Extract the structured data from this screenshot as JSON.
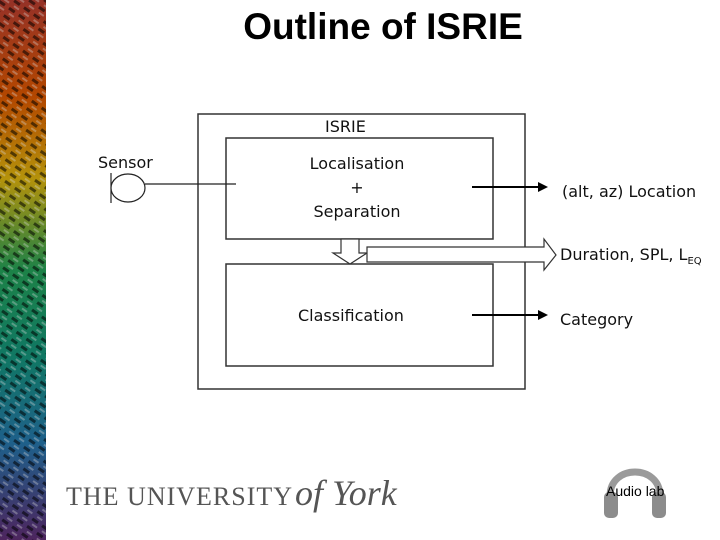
{
  "slide": {
    "title": "Outline of ISRIE"
  },
  "diagram": {
    "outer_label": "ISRIE",
    "sensor_label": "Sensor",
    "box1_line1": "Localisation",
    "box1_line2": "+",
    "box1_line3": "Separation",
    "box2_label": "Classification",
    "output1_label": "(alt, az) Location",
    "output2_label": "Duration, SPL, L",
    "output2_subscript": "EQ",
    "output3_label": "Category"
  },
  "footer": {
    "university_text": "THE UNIVERSITY",
    "york_text": "of York",
    "audio_lab_label": "Audio lab"
  },
  "colors": {
    "sidebar_spectrum": [
      "#c0392b",
      "#e67e22",
      "#f1c40f",
      "#27ae60",
      "#16a085",
      "#2980b9",
      "#6c3483"
    ],
    "box_stroke": "#333333",
    "logo_gray": "#555555"
  }
}
